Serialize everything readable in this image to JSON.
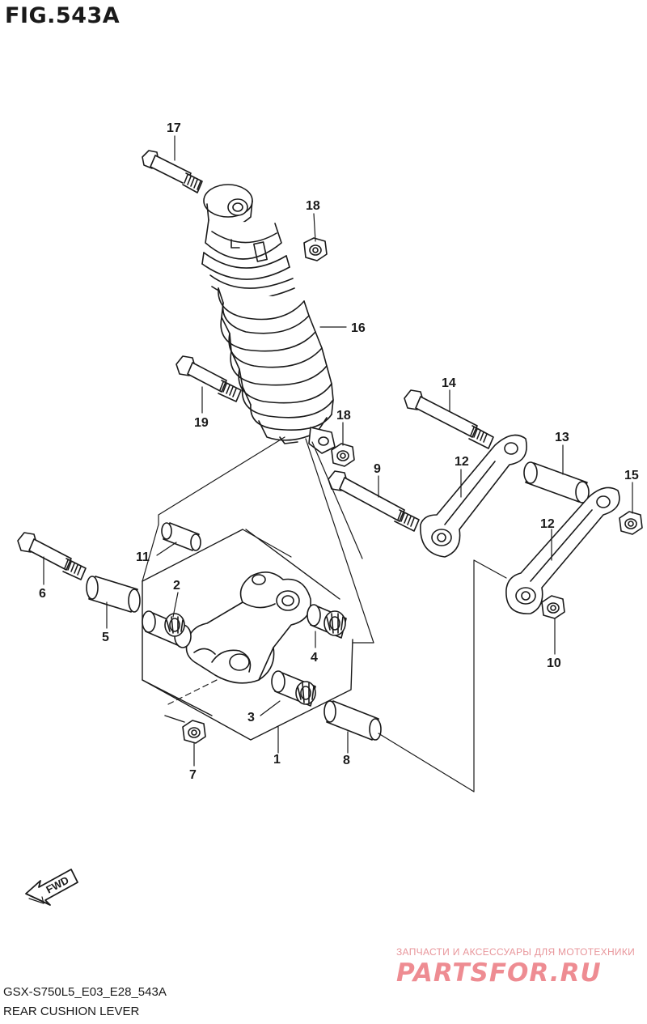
{
  "figure": {
    "title": "FIG.543A"
  },
  "callouts": {
    "c1": "1",
    "c2": "2",
    "c3": "3",
    "c4": "4",
    "c5": "5",
    "c6": "6",
    "c7": "7",
    "c8": "8",
    "c9": "9",
    "c10": "10",
    "c11": "11",
    "c12a": "12",
    "c12b": "12",
    "c13": "13",
    "c14": "14",
    "c15": "15",
    "c16": "16",
    "c17": "17",
    "c18a": "18",
    "c18b": "18",
    "c19": "19"
  },
  "fwd": {
    "label": "FWD"
  },
  "watermark": {
    "tagline": "ЗАПЧАСТИ И АКСЕССУАРЫ ДЛЯ МОТОТЕХНИКИ",
    "brand": "PARTSFOR.RU"
  },
  "footer": {
    "code": "GSX-S750L5_E03_E28_543A",
    "caption": "REAR CUSHION LEVER"
  }
}
